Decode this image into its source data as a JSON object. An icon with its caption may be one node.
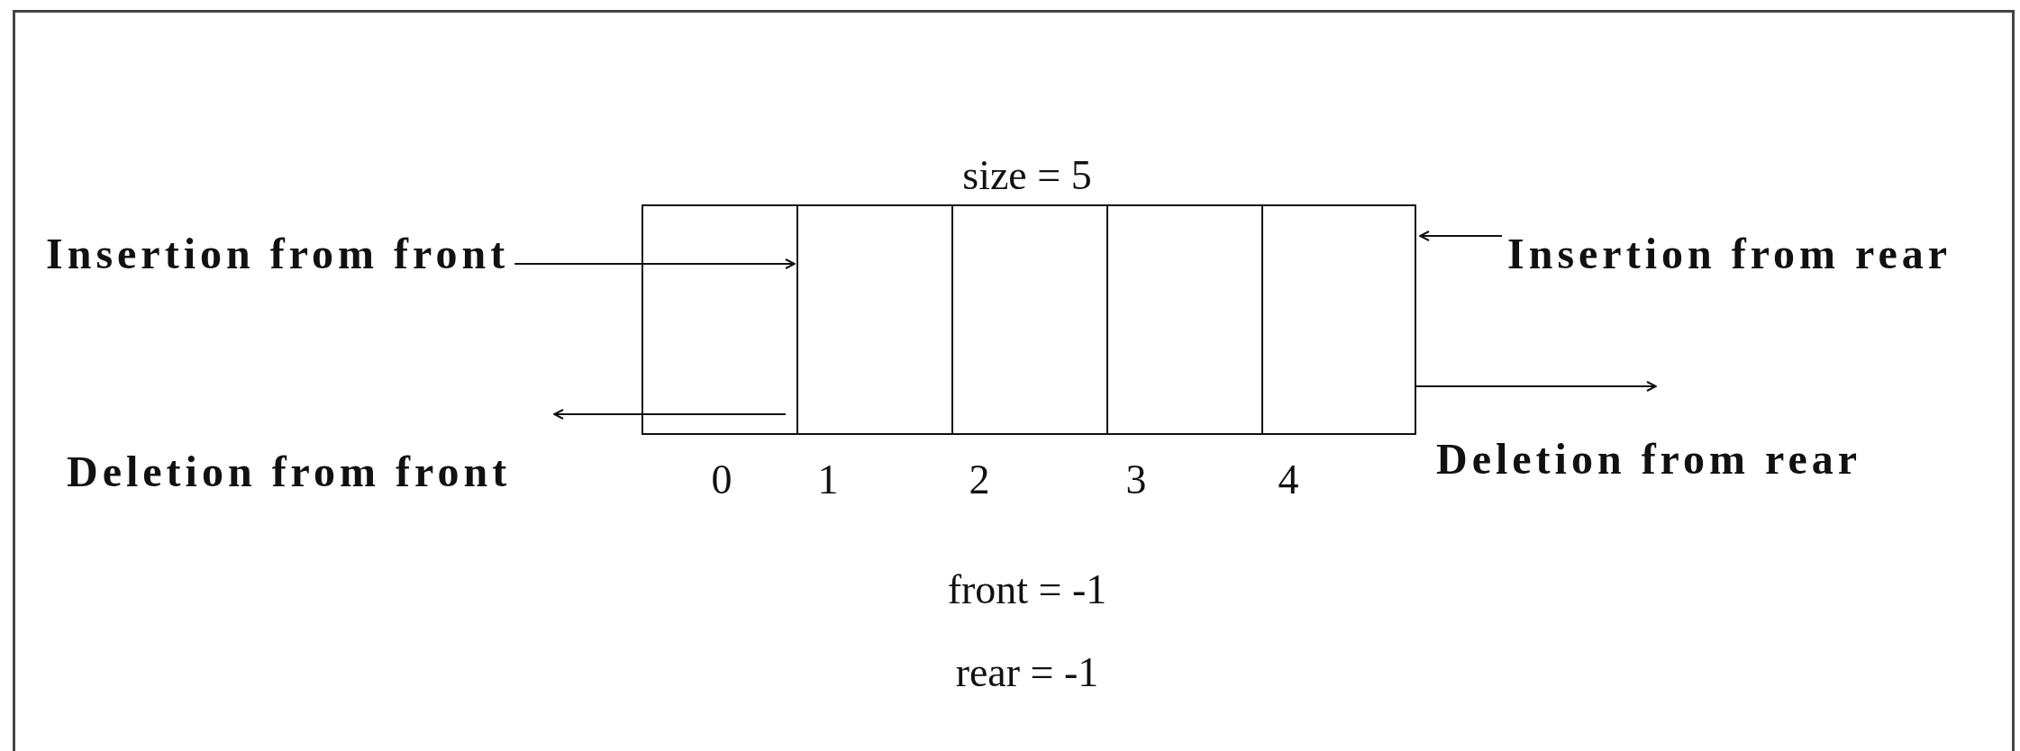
{
  "diagram": {
    "nodes": [
      {
        "text": [
          "Insertion from front"
        ]
      },
      {
        "text": [
          "Deletion from front"
        ]
      },
      {
        "text": [
          "Insertion from rear"
        ]
      },
      {
        "text": [
          "Deletion from rear"
        ]
      },
      {
        "text": [],
        "shape": "box"
      },
      {
        "text": [],
        "shape": "box"
      },
      {
        "text": [],
        "shape": "box"
      },
      {
        "text": [],
        "shape": "box"
      },
      {
        "text": [],
        "shape": "box"
      }
    ],
    "edges": [
      {
        "from": 0,
        "to": 4,
        "arrow": "to"
      },
      {
        "from": 4,
        "to": 1,
        "arrow": "to"
      },
      {
        "from": 2,
        "to": 8,
        "arrow": "to"
      },
      {
        "from": 8,
        "to": 3,
        "arrow": "to"
      }
    ],
    "labels": [
      "size = 5",
      "0",
      "1",
      "2",
      "3",
      "4",
      "front = -1",
      "rear = -1"
    ]
  }
}
